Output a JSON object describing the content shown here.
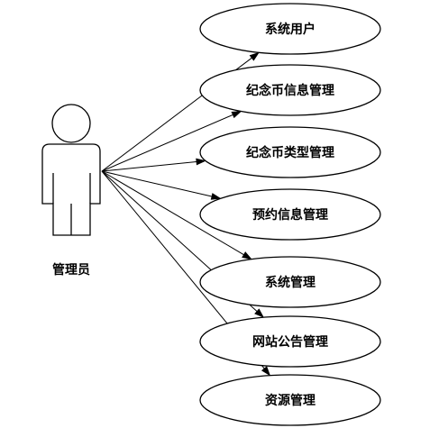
{
  "actor": {
    "label": "管理员",
    "icon": "user-stick-figure-icon"
  },
  "use_cases": [
    {
      "id": "system-users",
      "label": "系统用户"
    },
    {
      "id": "coin-info-management",
      "label": "纪念币信息管理"
    },
    {
      "id": "coin-type-management",
      "label": "纪念币类型管理"
    },
    {
      "id": "reservation-info-management",
      "label": "预约信息管理"
    },
    {
      "id": "system-management",
      "label": "系统管理"
    },
    {
      "id": "site-announcement-management",
      "label": "网站公告管理"
    },
    {
      "id": "resource-management",
      "label": "资源管理"
    }
  ],
  "colors": {
    "stroke": "#000000",
    "fill": "#ffffff"
  }
}
